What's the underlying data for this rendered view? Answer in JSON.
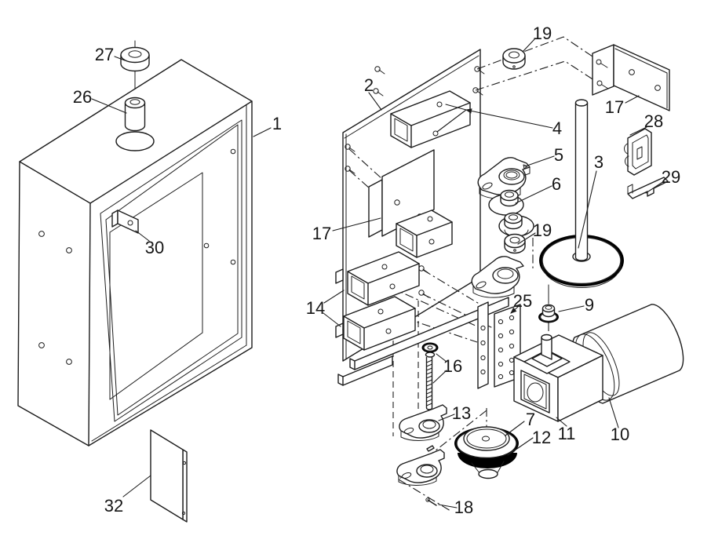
{
  "figure": {
    "background": "#ffffff",
    "ink_color": "#1c1c1c"
  },
  "callouts": [
    {
      "label": "27"
    },
    {
      "label": "26"
    },
    {
      "label": "1"
    },
    {
      "label": "30"
    },
    {
      "label": "32"
    },
    {
      "label": "2"
    },
    {
      "label": "19"
    },
    {
      "label": "17"
    },
    {
      "label": "4"
    },
    {
      "label": "28"
    },
    {
      "label": "5"
    },
    {
      "label": "3"
    },
    {
      "label": "29"
    },
    {
      "label": "6"
    },
    {
      "label": "19"
    },
    {
      "label": "17"
    },
    {
      "label": "14"
    },
    {
      "label": "25"
    },
    {
      "label": "9"
    },
    {
      "label": "16"
    },
    {
      "label": "13"
    },
    {
      "label": "7"
    },
    {
      "label": "12"
    },
    {
      "label": "18"
    },
    {
      "label": "11"
    },
    {
      "label": "10"
    }
  ]
}
